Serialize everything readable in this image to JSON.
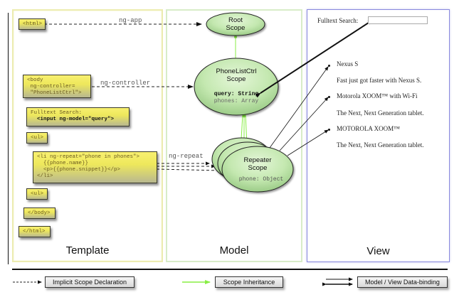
{
  "panels": {
    "template": "Template",
    "model": "Model",
    "view": "View"
  },
  "template": {
    "html_open": "<html>",
    "body_open": [
      "<body",
      " ng-controller=",
      " \"PhoneListCtrl\">"
    ],
    "search_line1": "Fulltext Search:",
    "search_line2": "  <input ng-model=\"query\">",
    "ul_open": "<ul>",
    "li_lines": [
      "<li ng-repeat=\"phone in phones\">",
      "  {{phone.name}}",
      "  <p>{{phone.snippet}}</p>",
      "</li>"
    ],
    "ul_close": "<ul>",
    "body_close": "</body>",
    "html_close": "</html>"
  },
  "directives": {
    "ng_app": "ng-app",
    "ng_controller": "ng-controller",
    "ng_repeat": "ng-repeat"
  },
  "model": {
    "root_scope": [
      "Root",
      "Scope"
    ],
    "ctrl_scope": [
      "PhoneListCtrl",
      "Scope"
    ],
    "ctrl_query": "query: String",
    "ctrl_phones": "phones: Array",
    "repeater_scope": [
      "Repeater",
      "Scope"
    ],
    "repeater_phone": "phone: Object"
  },
  "view": {
    "search_label": "Fulltext Search:",
    "search_value": "",
    "items": [
      {
        "name": "Nexus S",
        "snippet": "Fast just got faster with Nexus S."
      },
      {
        "name": "Motorola XOOM™  with Wi-Fi",
        "snippet": "The Next, Next Generation tablet."
      },
      {
        "name": "MOTOROLA XOOM™",
        "snippet": "The Next, Next Generation tablet."
      }
    ]
  },
  "legend": {
    "implicit": "Implicit Scope Declaration",
    "inheritance": "Scope Inheritance",
    "binding": "Model / View Data-binding"
  },
  "colors": {
    "inheritance": "#88ee44",
    "scope_fill": "#c8ecb8",
    "tag_fill": "#eee85c",
    "view_border": "#8888dd"
  }
}
